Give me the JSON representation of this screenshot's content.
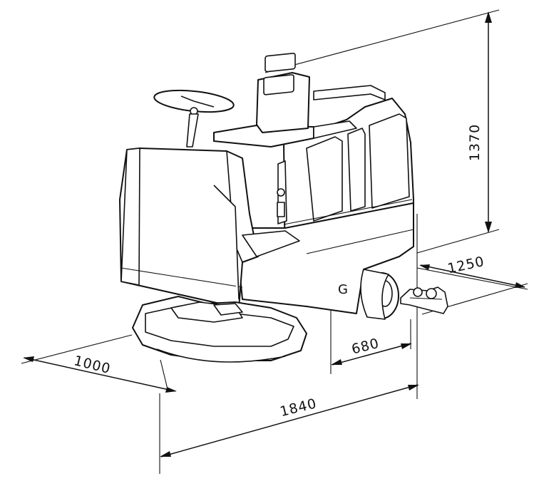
{
  "dimensions": {
    "height": "1370",
    "width": "1250",
    "length": "1840",
    "front_length": "1000",
    "wheelbase_offset": "680"
  },
  "center_of_gravity_label": "G",
  "colors": {
    "line": "#111111",
    "background": "#ffffff"
  }
}
